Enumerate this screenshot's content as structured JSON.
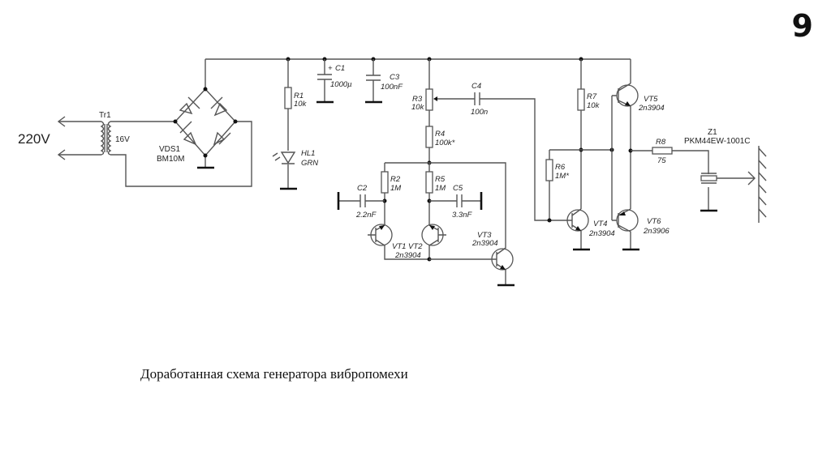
{
  "slide": {
    "number": "9"
  },
  "caption": "Доработанная схема генератора вибропомехи",
  "schematic": {
    "mains": {
      "voltage": "220V"
    },
    "transformer": {
      "ref": "Tr1",
      "secondary": "16V"
    },
    "bridge": {
      "ref": "VDS1",
      "value": "BM10M"
    },
    "r1": {
      "ref": "R1",
      "value": "10k"
    },
    "hl1": {
      "ref": "HL1",
      "value": "GRN"
    },
    "c1": {
      "ref": "C1",
      "value": "1000µ",
      "polarity": "+"
    },
    "c3": {
      "ref": "C3",
      "value": "100nF"
    },
    "r3": {
      "ref": "R3",
      "value": "10k"
    },
    "c4": {
      "ref": "C4",
      "value": "100n"
    },
    "r4": {
      "ref": "R4",
      "value": "100k*"
    },
    "r2": {
      "ref": "R2",
      "value": "1M"
    },
    "r5": {
      "ref": "R5",
      "value": "1M"
    },
    "c2": {
      "ref": "C2",
      "value": "2.2nF"
    },
    "c5": {
      "ref": "C5",
      "value": "3.3nF"
    },
    "vt12": {
      "ref": "VT1 VT2",
      "value": "2n3904"
    },
    "vt3": {
      "ref": "VT3",
      "value": "2n3904"
    },
    "r7": {
      "ref": "R7",
      "value": "10k"
    },
    "r6": {
      "ref": "R6",
      "value": "1M*"
    },
    "vt4": {
      "ref": "VT4",
      "value": "2n3904"
    },
    "vt5": {
      "ref": "VT5",
      "value": "2n3904"
    },
    "vt6": {
      "ref": "VT6",
      "value": "2n3906"
    },
    "r8": {
      "ref": "R8",
      "value": "75"
    },
    "z1": {
      "ref": "Z1",
      "value": "PKM44EW-1001C"
    }
  }
}
